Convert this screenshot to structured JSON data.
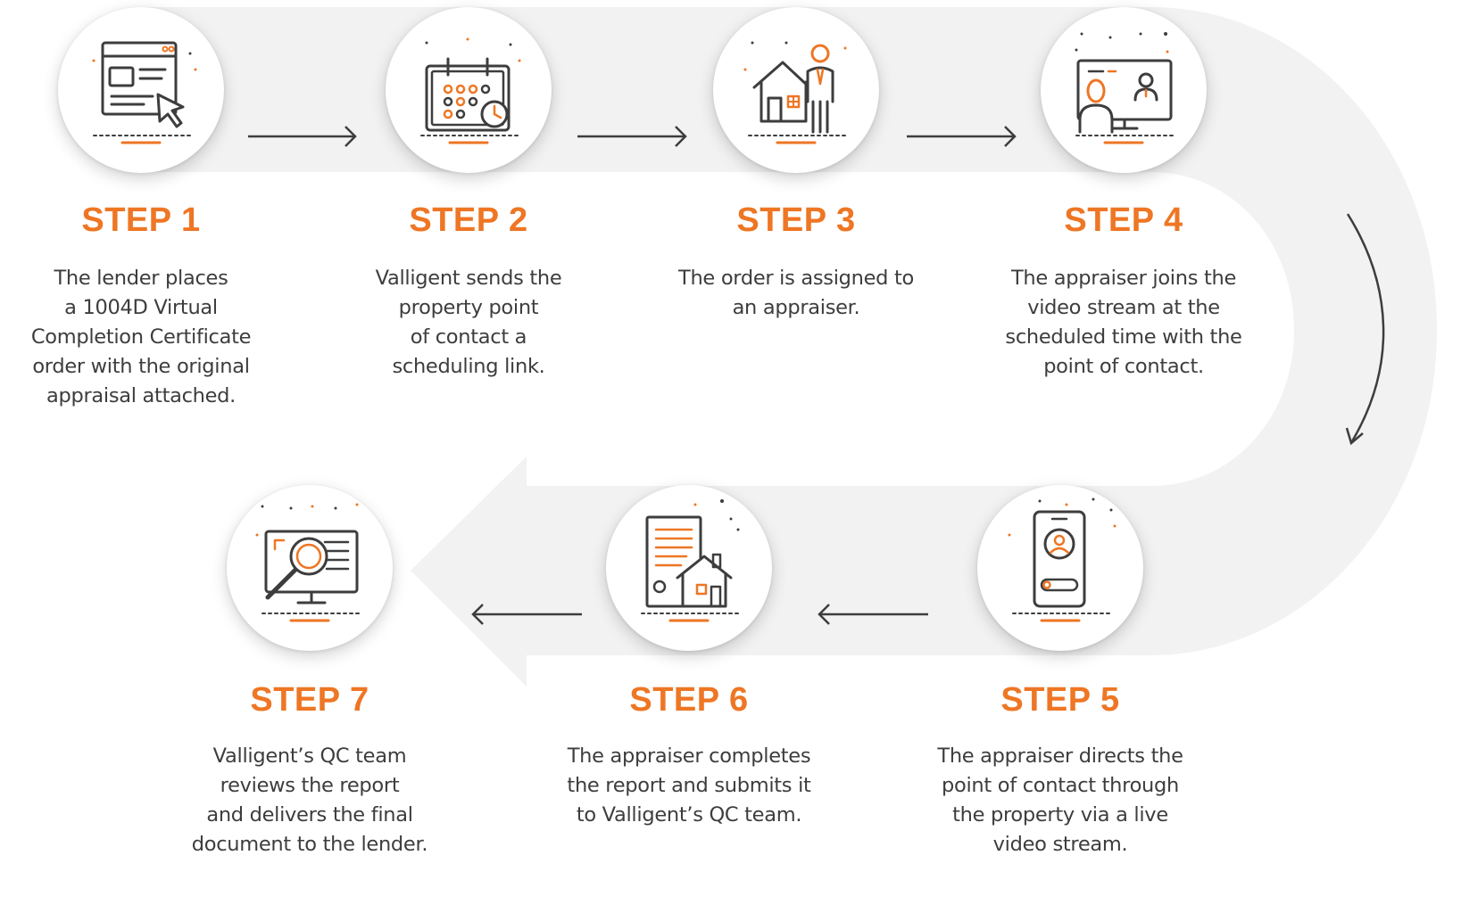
{
  "colors": {
    "accent": "#ee7624",
    "icon_stroke": "#3d3d3d",
    "band": "#f2f2f2",
    "arrow": "#3d3d3d",
    "text": "#3d3d3d"
  },
  "steps": [
    {
      "title": "STEP 1",
      "icon": "browser-cursor-icon",
      "lines": [
        "The lender places",
        "a 1004D Virtual",
        "Completion Certificate",
        "order with the original",
        "appraisal attached."
      ]
    },
    {
      "title": "STEP 2",
      "icon": "calendar-clock-icon",
      "lines": [
        "Valligent sends the",
        "property point",
        "of contact a",
        "scheduling link."
      ]
    },
    {
      "title": "STEP 3",
      "icon": "house-appraiser-icon",
      "lines": [
        "The order is assigned to",
        "an appraiser."
      ]
    },
    {
      "title": "STEP 4",
      "icon": "video-call-monitor-icon",
      "lines": [
        "The appraiser joins the",
        "video stream at the",
        "scheduled time with the",
        "point of contact."
      ]
    },
    {
      "title": "STEP 5",
      "icon": "smartphone-video-icon",
      "lines": [
        "The appraiser directs the",
        "point of contact through",
        "the property via a live",
        "video stream."
      ]
    },
    {
      "title": "STEP 6",
      "icon": "report-house-icon",
      "lines": [
        "The appraiser completes",
        "the report and submits it",
        "to Valligent’s QC team."
      ]
    },
    {
      "title": "STEP 7",
      "icon": "magnifier-monitor-icon",
      "lines": [
        "Valligent’s QC team",
        "reviews the report",
        "and delivers the final",
        "document to the lender."
      ]
    }
  ]
}
